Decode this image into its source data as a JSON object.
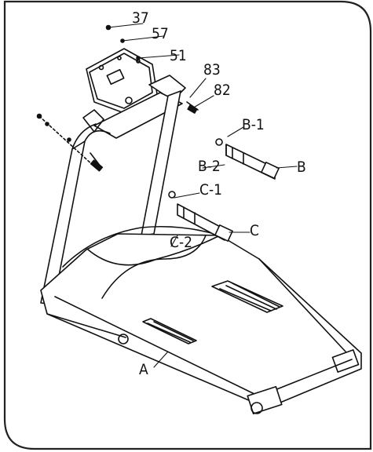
{
  "colors": {
    "line": "#111111",
    "background": "#ffffff",
    "frame": "#222222"
  },
  "labels": {
    "part_37": "37",
    "part_57": "57",
    "part_51": "51",
    "part_83": "83",
    "part_82": "82",
    "part_b1": "B-1",
    "part_b2": "B-2",
    "part_b": "B",
    "part_c1": "C-1",
    "part_c2": "C-2",
    "part_c": "C",
    "part_a": "A"
  }
}
